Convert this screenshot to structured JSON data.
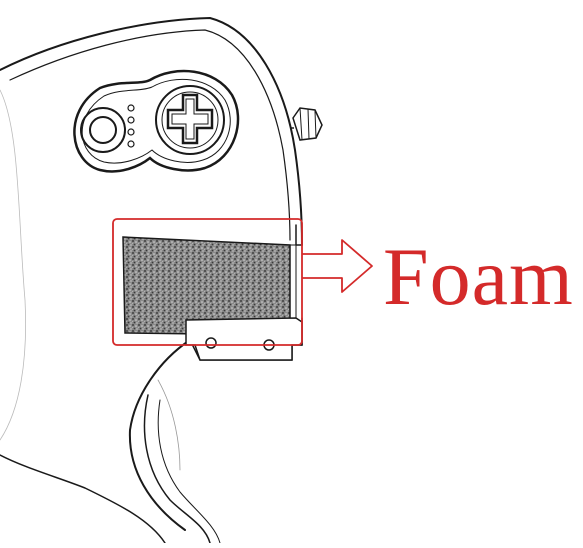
{
  "figure": {
    "callout_label": "Foam",
    "accent_color": "#d42a2a",
    "line_color": "#1a1a1a",
    "background_color": "#ffffff",
    "parts": {
      "housing": "device-housing",
      "port_button_plate": "port-button-plate",
      "side_knob": "side-knob",
      "foam_pad": "foam-pad",
      "bracket": "mounting-bracket",
      "handle": "handle-grip"
    }
  }
}
